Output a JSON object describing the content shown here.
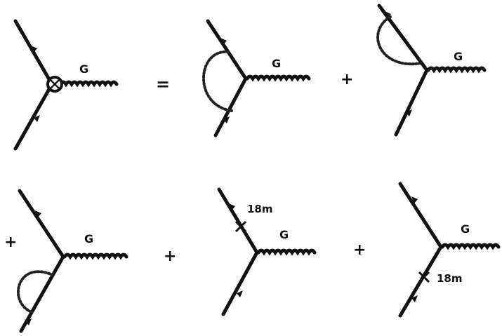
{
  "diagrams": [
    {
      "name": "vertex-insertion",
      "gluon_label": "G",
      "mass_label": ""
    },
    {
      "name": "vertex-correction",
      "gluon_label": "G",
      "mass_label": ""
    },
    {
      "name": "upper-leg-self-energy",
      "gluon_label": "G",
      "mass_label": ""
    },
    {
      "name": "lower-leg-self-energy",
      "gluon_label": "G",
      "mass_label": ""
    },
    {
      "name": "upper-leg-mass-insertion",
      "gluon_label": "G",
      "mass_label": "18m"
    },
    {
      "name": "lower-leg-mass-insertion",
      "gluon_label": "G",
      "mass_label": "18m"
    }
  ],
  "operators": [
    "=",
    "+",
    "+",
    "+",
    "+"
  ]
}
